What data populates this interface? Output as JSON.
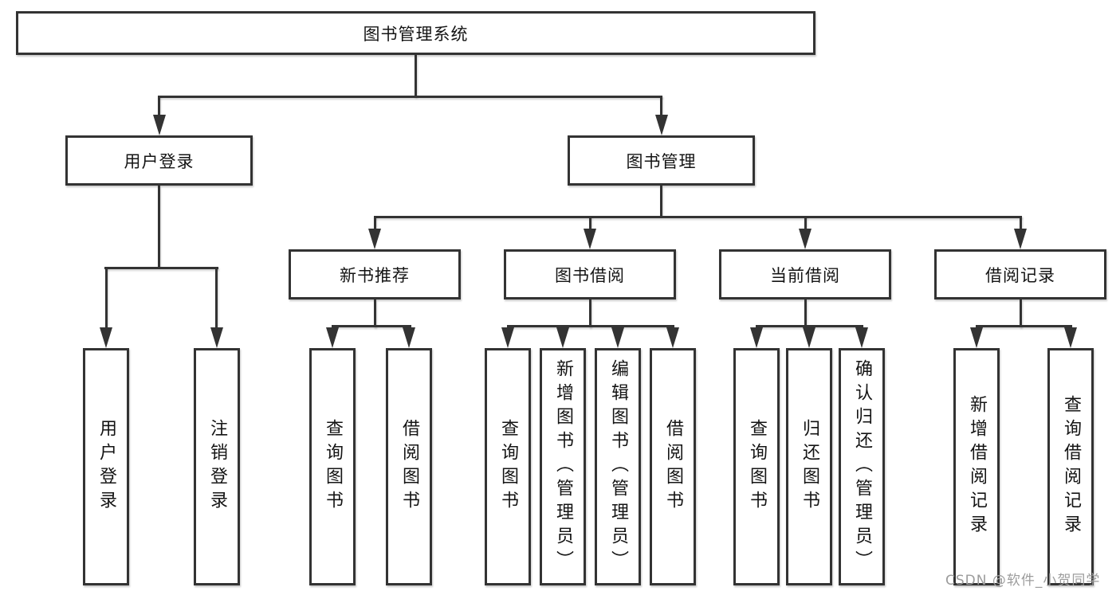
{
  "colors": {
    "line": "#333333",
    "text": "#141414",
    "watermark": "#9c9c9c",
    "background": "#ffffff"
  },
  "icons": {
    "arrow_down": "solid-triangle-down-arrowhead"
  },
  "diagram": {
    "root": "图书管理系统",
    "branches": [
      {
        "label": "用户登录",
        "children": [
          "用户登录",
          "注销登录"
        ]
      },
      {
        "label": "图书管理",
        "sections": [
          {
            "label": "新书推荐",
            "children": [
              "查询图书",
              "借阅图书"
            ]
          },
          {
            "label": "图书借阅",
            "children": [
              "查询图书",
              "新增图书（管理员）",
              "编辑图书（管理员）",
              "借阅图书"
            ]
          },
          {
            "label": "当前借阅",
            "children": [
              "查询图书",
              "归还图书",
              "确认归还（管理员）"
            ]
          },
          {
            "label": "借阅记录",
            "children": [
              "新增借阅记录",
              "查询借阅记录"
            ]
          }
        ]
      }
    ]
  },
  "watermark": "CSDN @软件_小贺同学"
}
